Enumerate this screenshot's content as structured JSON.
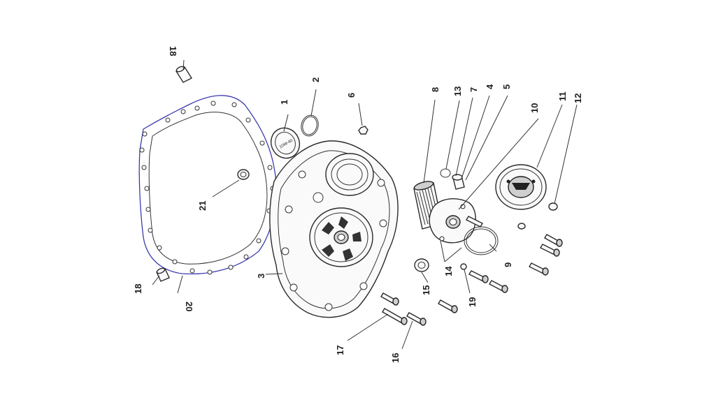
{
  "diagram": {
    "labels": {
      "p1": "1",
      "p2": "2",
      "p3": "3",
      "p4": "4",
      "p5": "5",
      "p6": "6",
      "p7": "7",
      "p8": "8",
      "p9": "9",
      "p10": "10",
      "p11": "11",
      "p12": "12",
      "p13": "13",
      "p14": "14",
      "p15": "15",
      "p16": "16",
      "p17": "17",
      "p18a": "18",
      "p18b": "18",
      "p19": "19",
      "p20": "20",
      "p21": "21"
    },
    "oil_cap_text": "10W-40"
  }
}
